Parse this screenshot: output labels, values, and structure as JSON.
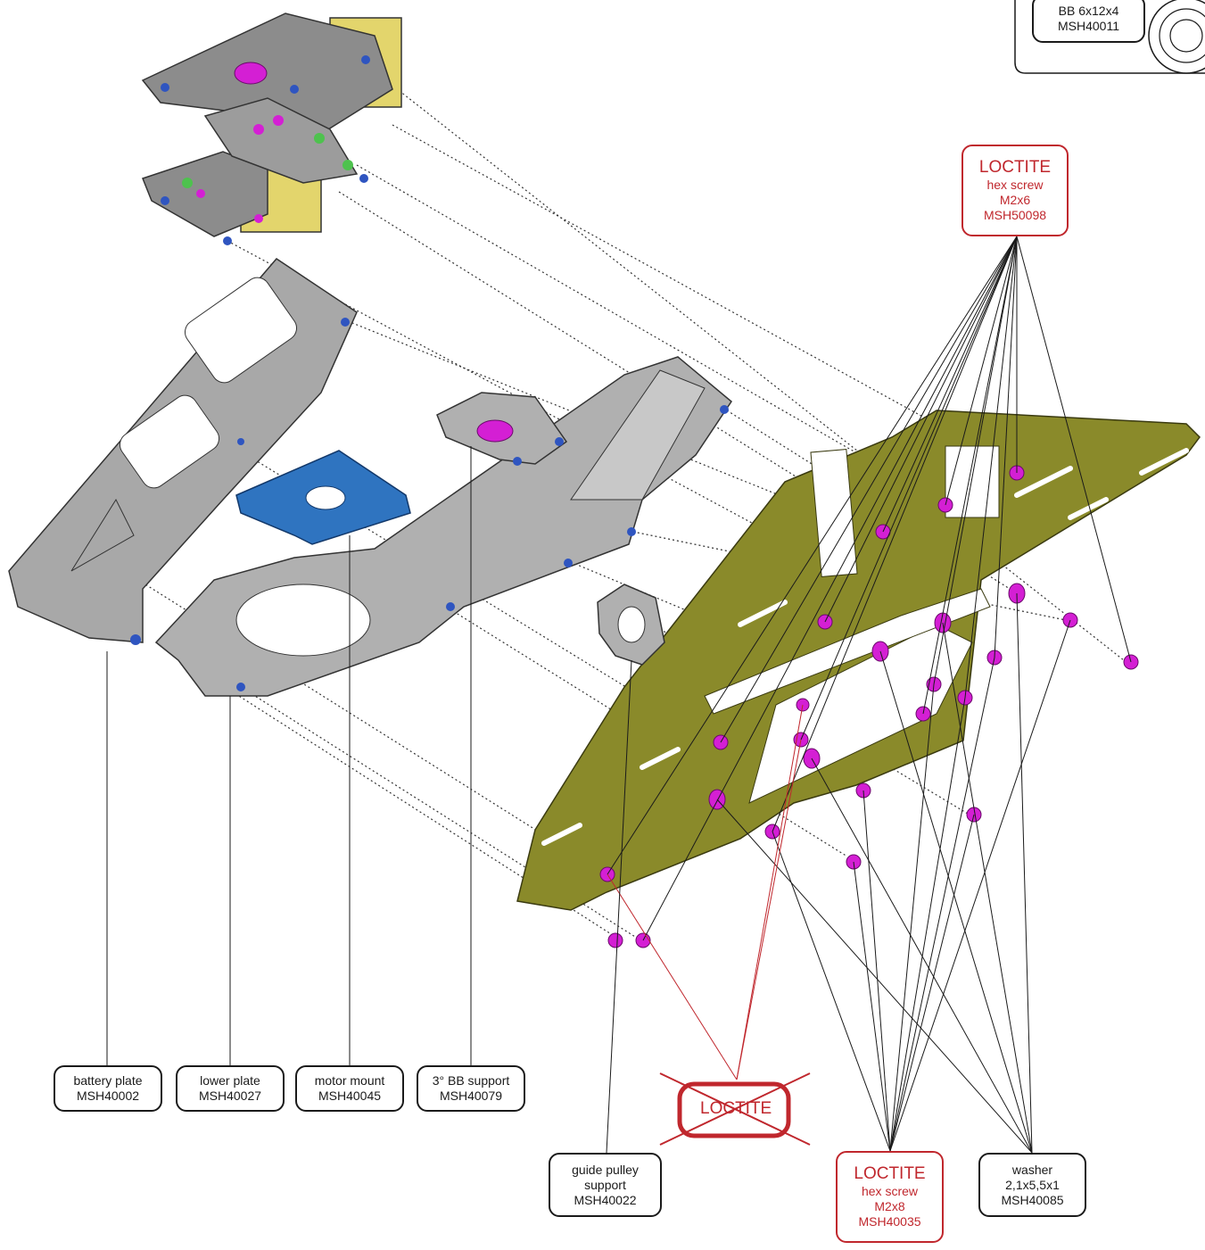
{
  "bb_label": {
    "line1": "BB 6x12x4",
    "line2": "MSH40011"
  },
  "loctite_m2x6": {
    "title": "LOCTITE",
    "line1": "hex screw",
    "line2": "M2x6",
    "line3": "MSH50098"
  },
  "loctite_m2x8": {
    "title": "LOCTITE",
    "line1": "hex screw",
    "line2": "M2x8",
    "line3": "MSH40035"
  },
  "no_loctite": {
    "text": "LOCTITE"
  },
  "battery_plate": {
    "line1": "battery plate",
    "line2": "MSH40002"
  },
  "lower_plate": {
    "line1": "lower plate",
    "line2": "MSH40027"
  },
  "motor_mount": {
    "line1": "motor mount",
    "line2": "MSH40045"
  },
  "bb_support": {
    "line1": "3° BB support",
    "line2": "MSH40079"
  },
  "guide_pulley": {
    "line1": "guide pulley",
    "line2": "support",
    "line3": "MSH40022"
  },
  "washer": {
    "line1": "washer",
    "line2": "2,1x5,5x1",
    "line3": "MSH40085"
  },
  "colors": {
    "olive_plate": "#8a8a2a",
    "grey_part": "#9a9a9a",
    "blue_part": "#2f74c0",
    "yellow_servo": "#e3d56c",
    "magenta_screw": "#d41fd4",
    "loctite_red": "#c0272d"
  }
}
